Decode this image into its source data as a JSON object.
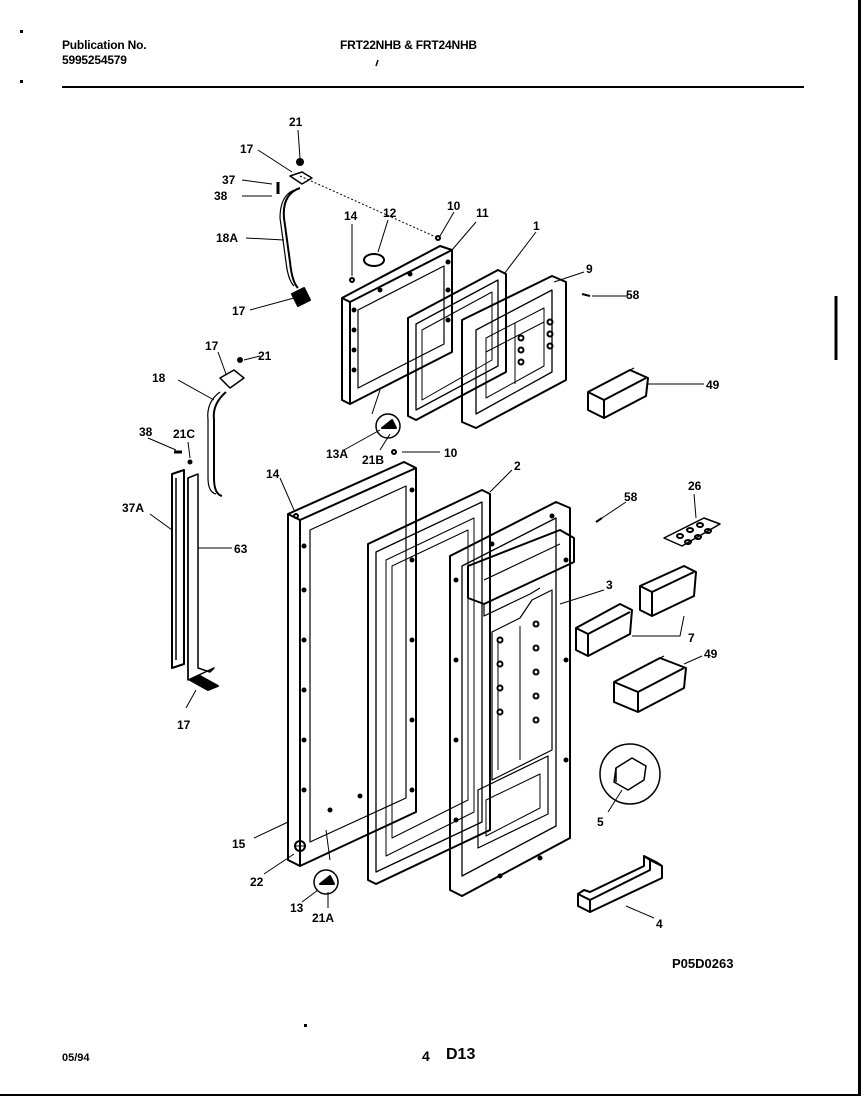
{
  "header": {
    "publication_label": "Publication No.",
    "publication_number": "5995254579",
    "model_title": "FRT22NHB & FRT24NHB"
  },
  "diagram": {
    "drawing_code": "P05D0263",
    "callouts": [
      "21",
      "17",
      "37",
      "38",
      "18A",
      "17",
      "14",
      "12",
      "10",
      "11",
      "1",
      "9",
      "58",
      "49",
      "17",
      "21",
      "18",
      "38",
      "21C",
      "37A",
      "63",
      "17",
      "13A",
      "21B",
      "10",
      "14",
      "2",
      "58",
      "26",
      "3",
      "7",
      "49",
      "15",
      "22",
      "13",
      "21A",
      "5",
      "4"
    ]
  },
  "footer": {
    "date": "05/94",
    "page_number": "4",
    "section_code": "D13"
  }
}
